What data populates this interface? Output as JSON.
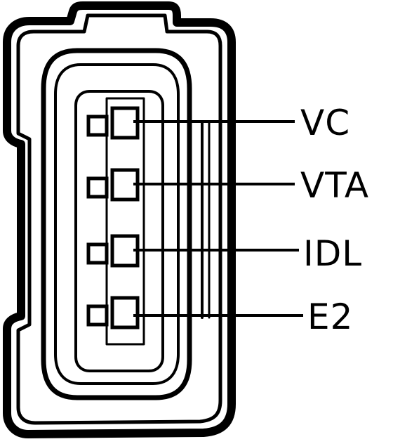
{
  "diagram": {
    "pins": [
      {
        "id": "vc",
        "label": "VC"
      },
      {
        "id": "vta",
        "label": "VTA"
      },
      {
        "id": "idl",
        "label": "IDL"
      },
      {
        "id": "e2",
        "label": "E2"
      }
    ],
    "colors": {
      "line": "#000000",
      "background": "#ffffff"
    }
  }
}
